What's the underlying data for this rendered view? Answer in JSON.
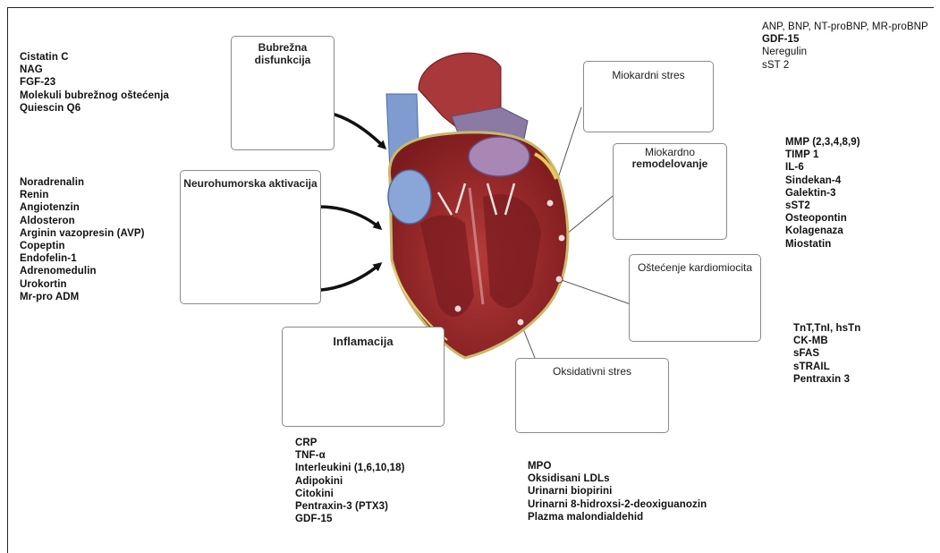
{
  "colors": {
    "heart_muscle": "#9c2a2a",
    "heart_dark": "#6e1518",
    "vein_blue": "#7f9bd0",
    "atrium_purple": "#9a7aa8",
    "tissue_pink": "#e9b7cc",
    "nucleus_purple": "#6d3f8f",
    "kidney": "#d48470",
    "box_border": "#8a8a8a"
  },
  "left_top_list": {
    "items": [
      "Cistatin C",
      "NAG",
      "FGF-23",
      "Molekuli bubrežnog oštećenja",
      "Quiescin Q6"
    ]
  },
  "left_mid_list": {
    "items": [
      "Noradrenalin",
      "Renin",
      "Angiotenzin",
      "Aldosteron",
      "Arginin vazopresin (AVP)",
      "Copeptin",
      "Endofelin-1",
      "Adrenomedulin",
      "Urokortin",
      "Mr-pro ADM"
    ]
  },
  "top_right_list": {
    "line1": "ANP, BNP, NT-proBNP, MR-proBNP",
    "line2": "GDF-15",
    "line3": "Neregulin",
    "line4": "sST 2"
  },
  "right_mid_list": {
    "items": [
      "MMP (2,3,4,8,9)",
      "TIMP 1",
      "IL-6",
      "Sindekan-4",
      "Galektin-3",
      "sST2",
      "Osteopontin",
      "Kolagenaza",
      "Miostatin"
    ]
  },
  "right_low_list": {
    "items": [
      "TnT,TnI, hsTn",
      "CK-MB",
      "sFAS",
      "sTRAIL",
      "Pentraxin 3"
    ]
  },
  "bottom_left_list": {
    "items": [
      "CRP",
      "TNF-α",
      "Interleukini (1,6,10,18)",
      "Adipokini",
      "Citokini",
      "Pentraxin-3 (PTX3)",
      "GDF-15"
    ]
  },
  "bottom_center_list": {
    "items": [
      "MPO",
      "Oksidisani LDLs",
      "Urinarni biopirini",
      "Urinarni 8-hidroxsi-2-deoxiguanozin",
      "Plazma malondialdehid"
    ]
  },
  "boxes": {
    "renal": {
      "title_line1": "Bubrežna",
      "title_line2": "disfunkcija"
    },
    "neuro": {
      "title": "Neurohumorska aktivacija"
    },
    "myo_stress": {
      "title": "Miokardni stres"
    },
    "remodel": {
      "title_line1": "Miokardno",
      "title_line2": "remodelovanje"
    },
    "cardio_damage": {
      "title": "Oštećenje kardiomiocita"
    },
    "inflam": {
      "title": "Inflamacija"
    },
    "oxid": {
      "title": "Oksidativni stres"
    }
  }
}
